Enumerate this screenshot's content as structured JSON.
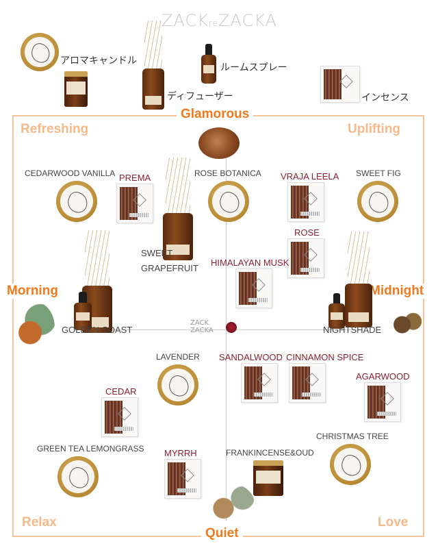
{
  "logo": {
    "left": "ZACK",
    "mid": "re",
    "right": "ZACKA"
  },
  "categories": {
    "candle": "アロマキャンドル",
    "diffuser": "ディフューザー",
    "spray": "ルームスプレー",
    "incense": "インセンス"
  },
  "axes": {
    "top": "Glamorous",
    "bottom": "Quiet",
    "left": "Morning",
    "right": "Midnight"
  },
  "corners": {
    "top_left": "Refreshing",
    "top_right": "Uplifting",
    "bottom_left": "Relax",
    "bottom_right": "Love"
  },
  "center_logo": {
    "line1": "ZACK",
    "line2": "ZACKA"
  },
  "products": {
    "cedarwood_vanilla": "CEDARWOOD VANILLA",
    "prema": "PREMA",
    "rose_botanica": "ROSE BOTANICA",
    "vraja_leela": "VRAJA LEELA",
    "sweet_fig": "SWEET FIG",
    "sweet_grapefruit_1": "SWEET",
    "sweet_grapefruit_2": "GRAPEFRUIT",
    "rose": "ROSE",
    "himalayan_musk": "HIMALAYAN MUSK",
    "golden_coast": "GOLDEN COAST",
    "nightshade": "NIGHTSHADE",
    "lavender": "LAVENDER",
    "sandalwood": "SANDALWOOD",
    "cinnamon_spice": "CINNAMON SPICE",
    "agarwood": "AGARWOOD",
    "cedar": "CEDAR",
    "green_tea_lemongrass": "GREEN TEA LEMONGRASS",
    "myrrh": "MYRRH",
    "frankincense_oud": "FRANKINCENSE&OUD",
    "christmas_tree": "CHRISTMAS TREE"
  },
  "colors": {
    "accent": "#f07a1e",
    "corner": "#f5b98a",
    "frame": "#f4c49a",
    "incense_label": "#8a2030"
  }
}
